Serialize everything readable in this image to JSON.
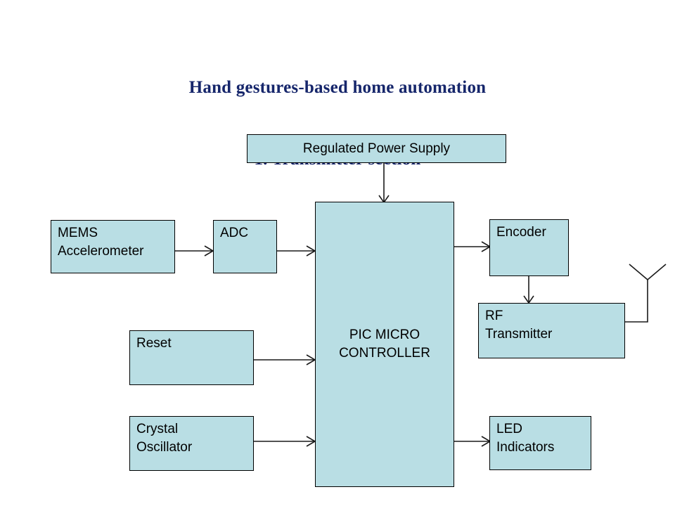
{
  "document": {
    "title_line1": "Hand gestures-based home automation",
    "title_line2": "1. Transmitter section",
    "title_color": "#16266b",
    "background_color": "#ffffff"
  },
  "diagram": {
    "type": "block-diagram",
    "block_fill_color": "#b9dee4",
    "block_border_color": "#000000",
    "connector_color": "#1a1a1a",
    "blocks": [
      {
        "id": "regulated-power-supply",
        "label": "Regulated Power Supply",
        "align": "center"
      },
      {
        "id": "mems-accelerometer",
        "label": "MEMS\nAccelerometer",
        "align": "top-left"
      },
      {
        "id": "adc",
        "label": "ADC",
        "align": "top-left"
      },
      {
        "id": "pic-microcontroller",
        "label": "PIC MICRO\nCONTROLLER",
        "align": "center"
      },
      {
        "id": "reset",
        "label": "Reset",
        "align": "top-left"
      },
      {
        "id": "crystal-oscillator",
        "label": "Crystal\nOscillator",
        "align": "top-left"
      },
      {
        "id": "encoder",
        "label": "Encoder",
        "align": "top-left"
      },
      {
        "id": "rf-transmitter",
        "label": "RF\nTransmitter",
        "align": "top-left"
      },
      {
        "id": "led-indicators",
        "label": "LED\nIndicators",
        "align": "top-left"
      }
    ],
    "connections": [
      {
        "from": "regulated-power-supply",
        "to": "pic-microcontroller",
        "direction": "down"
      },
      {
        "from": "mems-accelerometer",
        "to": "adc",
        "direction": "right"
      },
      {
        "from": "adc",
        "to": "pic-microcontroller",
        "direction": "right"
      },
      {
        "from": "reset",
        "to": "pic-microcontroller",
        "direction": "right"
      },
      {
        "from": "crystal-oscillator",
        "to": "pic-microcontroller",
        "direction": "right"
      },
      {
        "from": "pic-microcontroller",
        "to": "encoder",
        "direction": "right"
      },
      {
        "from": "encoder",
        "to": "rf-transmitter",
        "direction": "down"
      },
      {
        "from": "pic-microcontroller",
        "to": "led-indicators",
        "direction": "right"
      },
      {
        "from": "rf-transmitter",
        "to": "antenna",
        "direction": "right"
      }
    ],
    "symbols": [
      {
        "id": "antenna",
        "name": "antenna-symbol"
      }
    ]
  }
}
